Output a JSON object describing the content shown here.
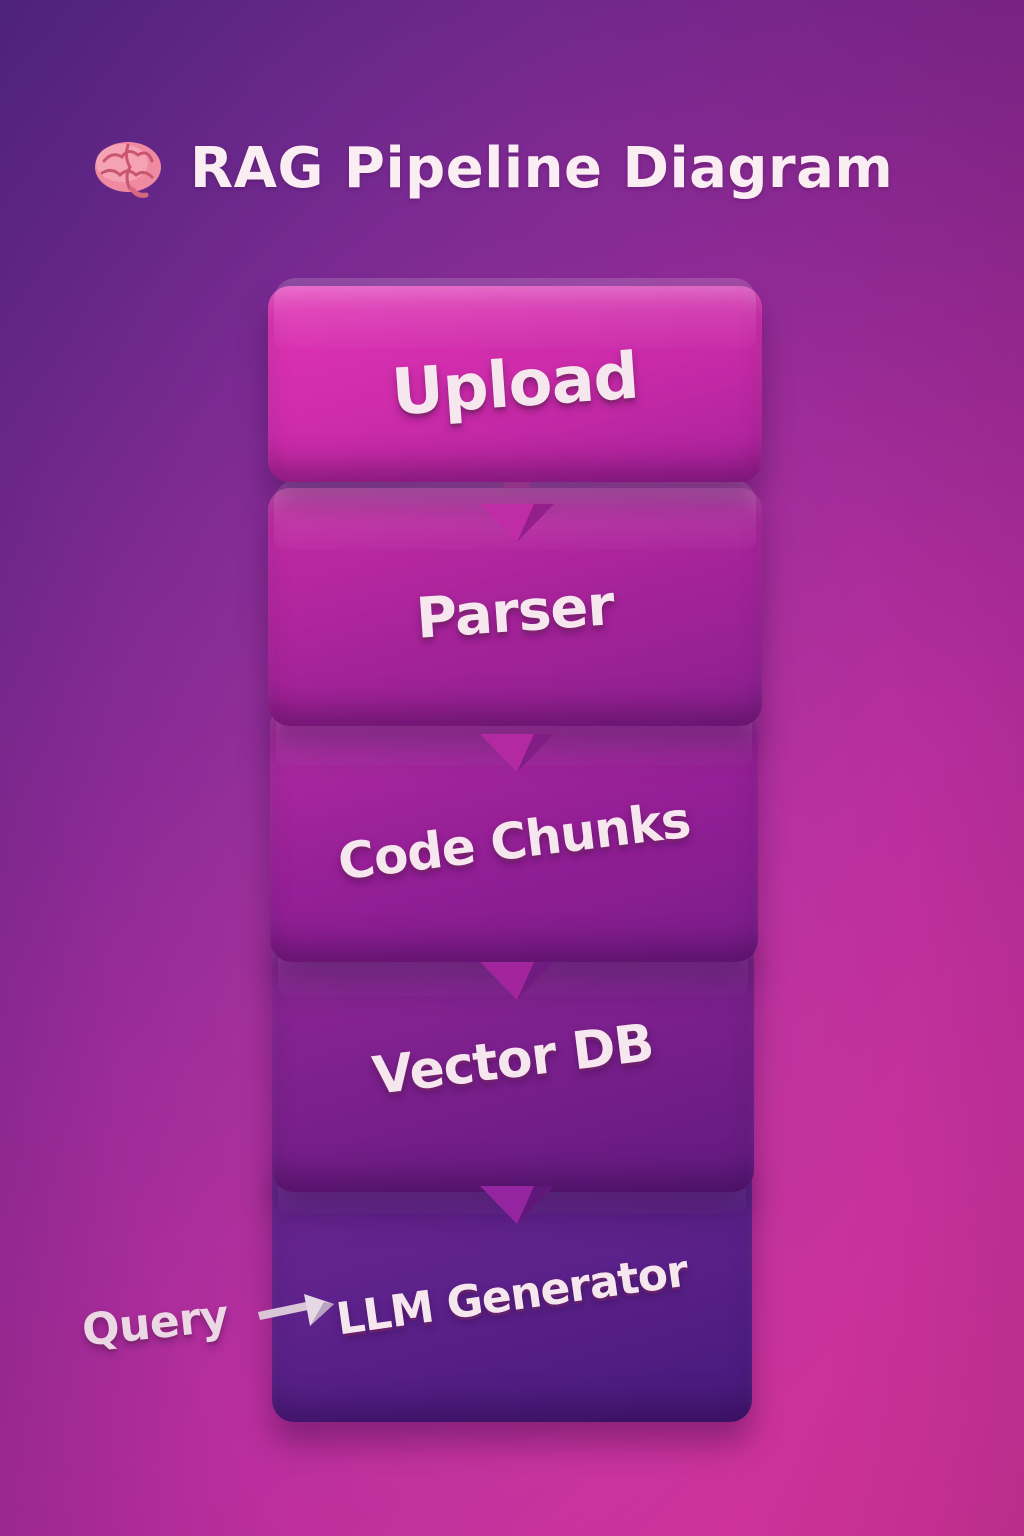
{
  "title": {
    "icon": "brain-icon",
    "text": "RAG Pipeline Diagram"
  },
  "pipeline": {
    "stages": [
      {
        "label": "Upload"
      },
      {
        "label": "Parser"
      },
      {
        "label": "Code Chunks"
      },
      {
        "label": "Vector DB"
      },
      {
        "label": "LLM Generator"
      }
    ],
    "input": {
      "label": "Query",
      "target": "LLM Generator"
    }
  },
  "colors": {
    "background_start": "#5a2a8c",
    "background_end": "#d83498",
    "block_top": "#e235b6",
    "block_bottom": "#47197a",
    "text": "#f6e6ee",
    "arrow": "#c22ba4"
  }
}
